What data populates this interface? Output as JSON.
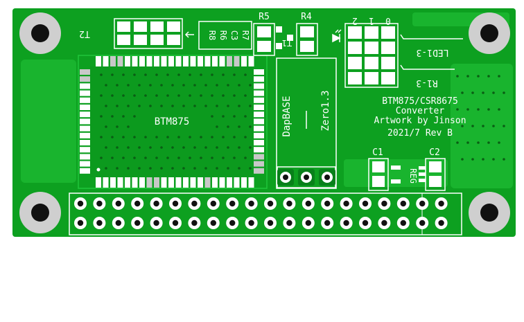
{
  "board": {
    "colors": {
      "mask": "#0da020",
      "mask_dark": "#08801a",
      "copper": "#20c63a",
      "pad": "#ffffff",
      "pad_gray": "#c8c8c8",
      "hole": "#111111",
      "silk": "#ffffff",
      "background": "#ffffff"
    },
    "labels": {
      "t2": "T2",
      "r8": "R8",
      "r6": "R6",
      "c3": "C3",
      "r7": "R7",
      "r5": "R5",
      "r4": "R4",
      "t1": "T1",
      "jumper_0": "0",
      "jumper_1": "1",
      "jumper_2": "2",
      "led": "LED1-3",
      "r1": "R1-3",
      "module": "BTM875",
      "dap_base": "DapBASE",
      "zero": "Zero1.3",
      "info_line1": "BTM875/CSR8675",
      "info_line2": "Converter",
      "info_line3": "Artwork by Jinson",
      "info_line4": "2021/7 Rev B",
      "c1": "C1",
      "c2": "C2",
      "reg": "REG"
    },
    "gpio_header": {
      "columns": 20,
      "rows": 2
    },
    "dap_header": {
      "pins": 3
    }
  }
}
